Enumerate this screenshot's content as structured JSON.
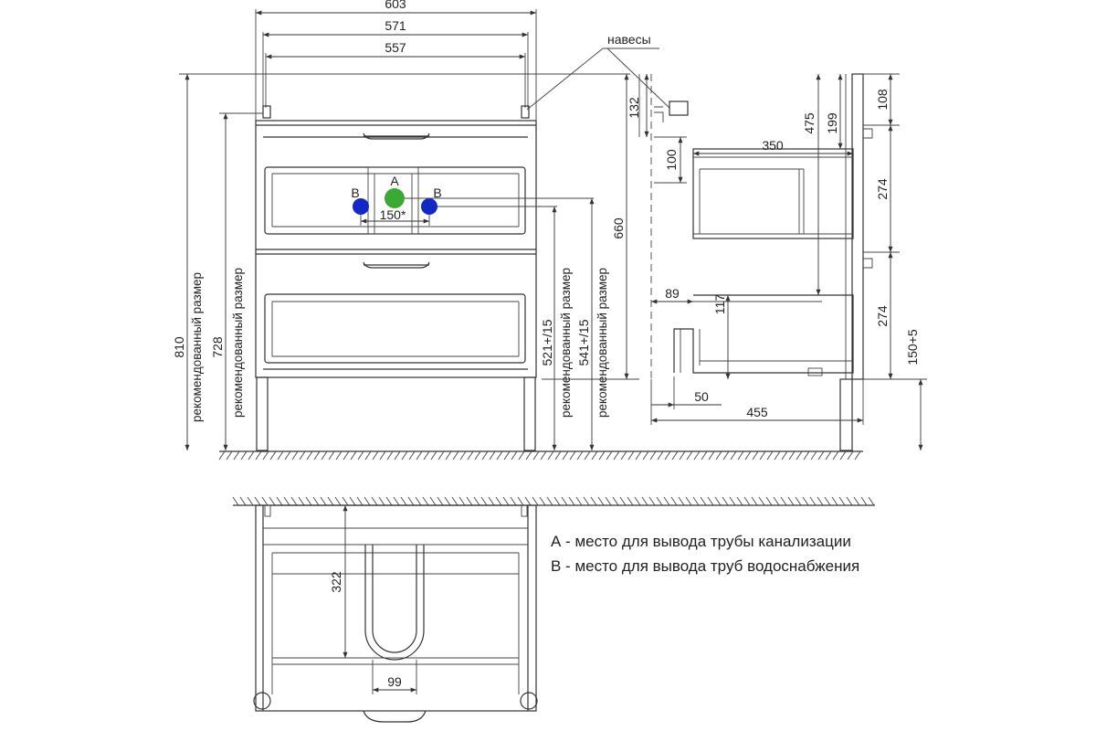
{
  "dimensions": {
    "d603": "603",
    "d571": "571",
    "d557": "557",
    "d150": "150*",
    "d810": "810",
    "d728": "728",
    "d521": "521+/15",
    "d541": "541+/15",
    "d660": "660",
    "d132": "132",
    "d100": "100",
    "d475": "475",
    "d199": "199",
    "d108": "108",
    "d350": "350",
    "d274a": "274",
    "d274b": "274",
    "d89": "89",
    "d117": "117",
    "d150b": "150+5",
    "d50": "50",
    "d455": "455",
    "d322": "322",
    "d99": "99"
  },
  "labels": {
    "recommended": "рекомендованный размер",
    "hinges": "навесы",
    "point_a": "А",
    "point_b": "В"
  },
  "legend": {
    "a": "А - место для вывода трубы канализации",
    "b": "В - место для вывода труб водоснабжения"
  },
  "colors": {
    "drain_point": "#3aaa35",
    "water_point": "#1428c8"
  }
}
